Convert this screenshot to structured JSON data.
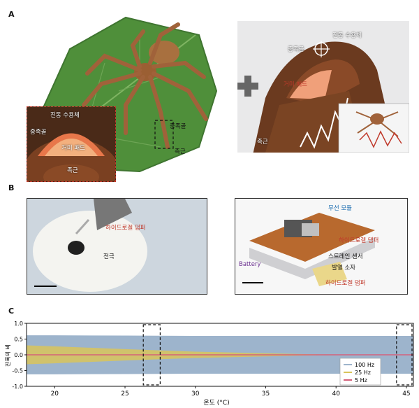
{
  "panels": {
    "a": "A",
    "b": "B",
    "c": "C"
  },
  "panel_a": {
    "labels": {
      "vibration_receptor": "진동 수용체",
      "metatarsus": "중족골",
      "spider_pad": "거미 패드",
      "tarsus": "족근"
    },
    "colors": {
      "leaf": "#4f8f3a",
      "leg": "#a0623a",
      "skin": "#6b3a1f"
    }
  },
  "panel_b": {
    "left": {
      "hydrogel_damper": "하이드로겔 댐퍼",
      "electrode": "전극"
    },
    "right": {
      "wireless_module": "무선 모듈",
      "hydrogel_damper_top": "하이드로겔 댐퍼",
      "battery": "Battery",
      "strain_sensor": "스트레인 센서",
      "heating_element": "발열 소자",
      "hydrogel_damper_bottom": "하이드로겔 댐퍼"
    }
  },
  "chart_data": {
    "type": "area",
    "xlabel": "온도 (°C)",
    "ylabel": "진폭의 비",
    "xlim": [
      18,
      45.5
    ],
    "ylim": [
      -1.0,
      1.0
    ],
    "xticks": [
      20,
      25,
      30,
      35,
      40,
      45
    ],
    "yticks": [
      "1.0",
      "0.5",
      "0.0",
      "-0.5",
      "-1.0"
    ],
    "series": [
      {
        "name": "100 Hz",
        "color": "#9db4cc",
        "x": [
          18,
          20,
          25,
          30,
          35,
          40,
          45.5
        ],
        "upper": [
          0.62,
          0.62,
          0.61,
          0.6,
          0.6,
          0.6,
          0.6
        ],
        "lower": [
          -0.62,
          -0.62,
          -0.61,
          -0.6,
          -0.6,
          -0.6,
          -0.6
        ]
      },
      {
        "name": "25 Hz",
        "color": "#d9c45a",
        "x": [
          18,
          20,
          25,
          30,
          35,
          38,
          40,
          45.5
        ],
        "upper": [
          0.3,
          0.27,
          0.18,
          0.1,
          0.05,
          0.02,
          0.0,
          0.0
        ],
        "lower": [
          -0.3,
          -0.27,
          -0.18,
          -0.1,
          -0.05,
          -0.02,
          0.0,
          0.0
        ]
      },
      {
        "name": "5 Hz",
        "color": "#d4607a",
        "x": [
          18,
          45.5
        ],
        "upper": [
          0.02,
          0.02
        ],
        "lower": [
          -0.02,
          -0.02
        ]
      }
    ],
    "highlight_ranges": [
      [
        26.3,
        27.5
      ],
      [
        44.3,
        45.4
      ]
    ],
    "legend": "bottom-right"
  }
}
